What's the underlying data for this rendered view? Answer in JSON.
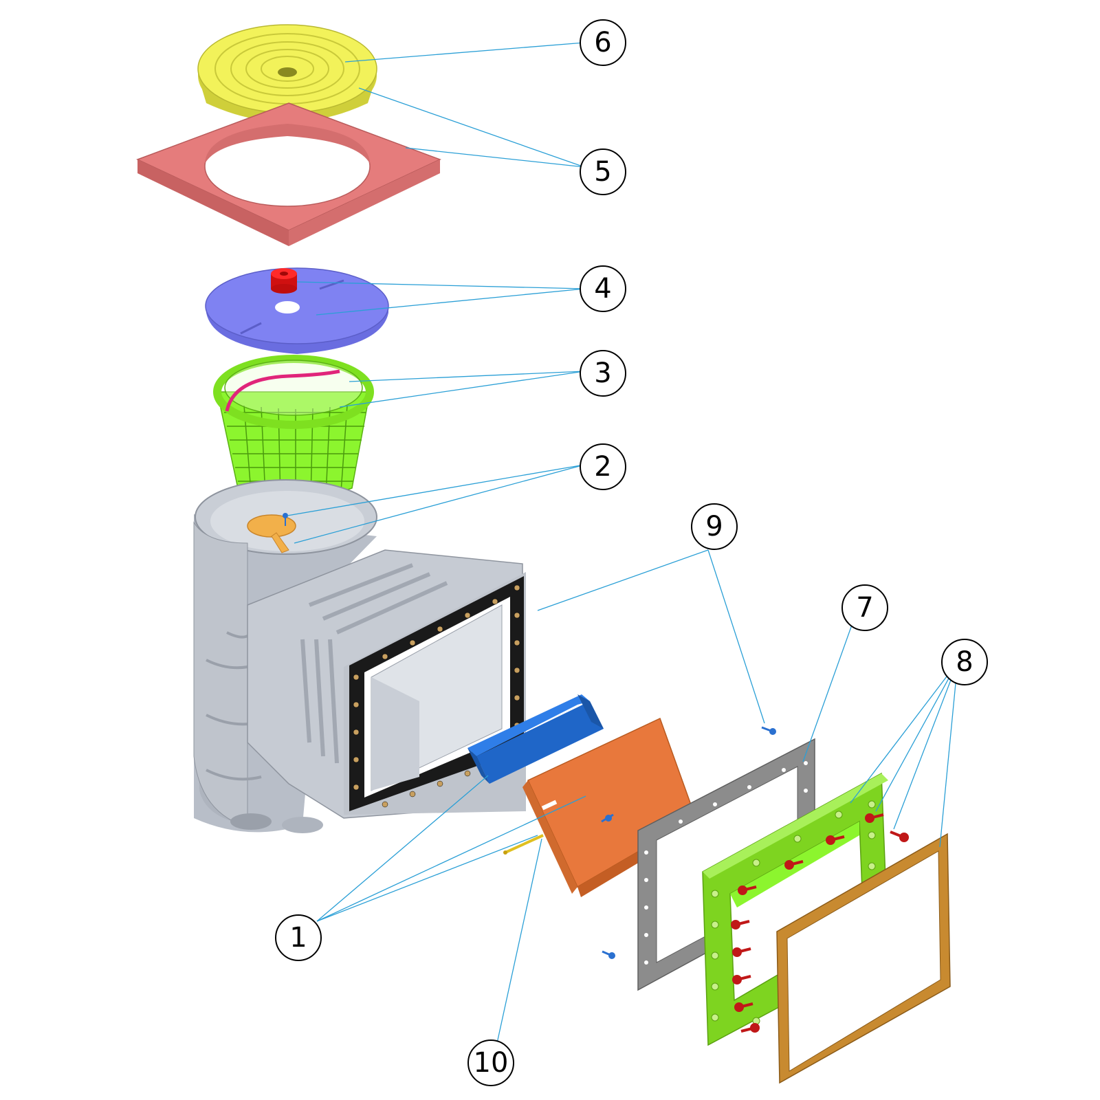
{
  "callouts": [
    {
      "id": "c6",
      "label": "6"
    },
    {
      "id": "c5",
      "label": "5"
    },
    {
      "id": "c4",
      "label": "4"
    },
    {
      "id": "c3",
      "label": "3"
    },
    {
      "id": "c2",
      "label": "2"
    },
    {
      "id": "c9",
      "label": "9"
    },
    {
      "id": "c7",
      "label": "7"
    },
    {
      "id": "c8",
      "label": "8"
    },
    {
      "id": "c1",
      "label": "1"
    },
    {
      "id": "c10",
      "label": "10"
    }
  ],
  "colors": {
    "lid": "#f2f25a",
    "deck_frame": "#e57c7c",
    "weir_cover": "#7f82f2",
    "plug": "#ff1a1a",
    "basket": "#8cf52e",
    "basket_handle": "#e0257a",
    "float_valve": "#f2b04a",
    "body": "#c9ced6",
    "flange_black": "#1a1a1a",
    "weir_flap": "#2f7ee8",
    "weir_door": "#e8783c",
    "gasket": "#8c8c8c",
    "face_plate": "#8ee82c",
    "trim_frame": "#c88a30",
    "screw_red": "#c01818",
    "screw_blue": "#2a70d0",
    "leader_line": "#2a9fd6"
  }
}
